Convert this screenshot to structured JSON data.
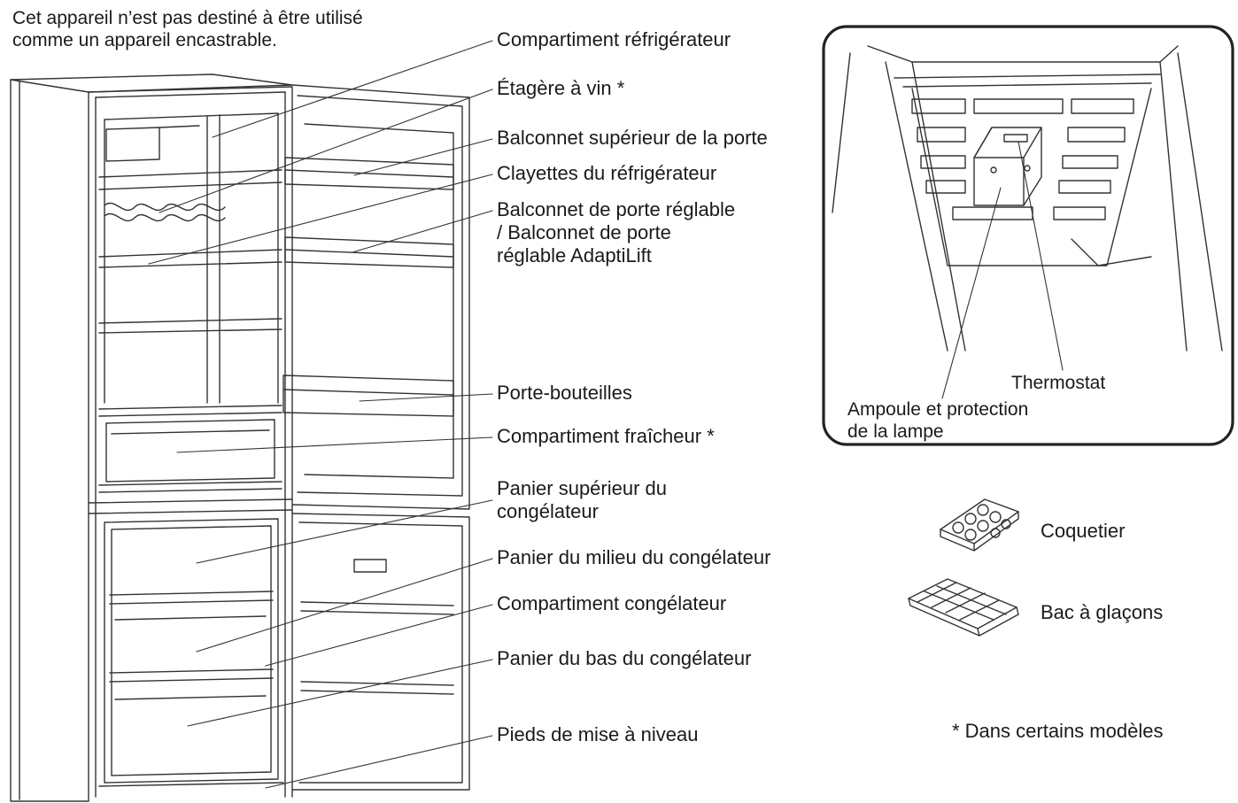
{
  "intro": {
    "line1": "Cet appareil n’est pas destiné à être utilisé",
    "line2": "comme un appareil encastrable."
  },
  "callouts": {
    "fridge_compartment": "Compartiment réfrigérateur",
    "wine_shelf": "Étagère à vin *",
    "upper_door_balcony": "Balconnet supérieur de la porte",
    "fridge_shelves": "Clayettes du réfrigérateur",
    "adjustable_balcony_line1": "Balconnet de porte réglable",
    "adjustable_balcony_line2": "/ Balconnet de porte",
    "adjustable_balcony_line3": "réglable AdaptiLift",
    "bottle_holder": "Porte-bouteilles",
    "crisper": "Compartiment fraîcheur *",
    "freezer_top_basket_line1": "Panier supérieur du",
    "freezer_top_basket_line2": "congélateur",
    "freezer_middle_basket": "Panier du milieu du congélateur",
    "freezer_compartment": "Compartiment congélateur",
    "freezer_bottom_basket": "Panier du bas du congélateur",
    "leveling_feet": "Pieds de mise à niveau"
  },
  "inset": {
    "thermostat": "Thermostat",
    "lamp_line1": "Ampoule et protection",
    "lamp_line2": "de la lampe"
  },
  "accessories": {
    "egg_tray": "Coquetier",
    "ice_tray": "Bac à glaçons"
  },
  "footnote": "* Dans certains modèles"
}
